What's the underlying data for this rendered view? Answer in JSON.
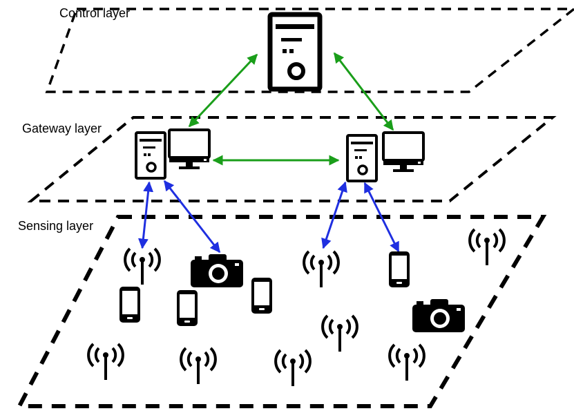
{
  "layers": {
    "control": "Control layer",
    "gateway": "Gateway layer",
    "sensing": "Sensing layer"
  },
  "colors": {
    "controlLink": "#1a9e1a",
    "sensingLink": "#1f2fe0",
    "stroke": "#000000"
  }
}
